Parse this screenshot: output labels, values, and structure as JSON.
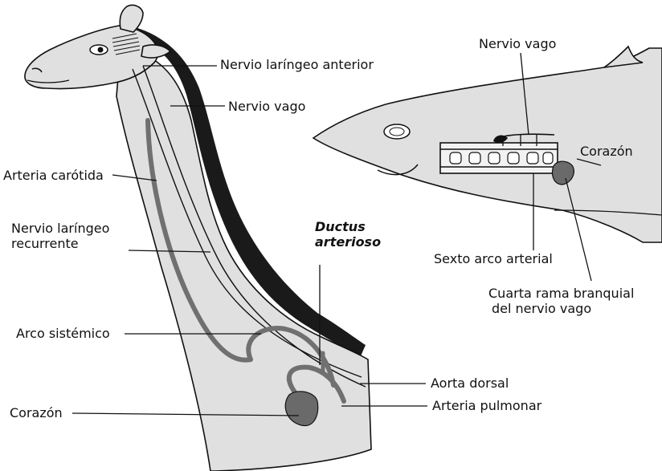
{
  "colors": {
    "ink": "#111111",
    "body_fill": "#e0e0e0",
    "mane": "#1a1a1a",
    "vessel": "#707070",
    "heart": "#6a6a6a"
  },
  "giraffe": {
    "labels": {
      "laryngeal_anterior": "Nervio laríngeo anterior",
      "vagus": "Nervio vago",
      "carotid": "Arteria carótida",
      "recurrent_1": "Nervio laríngeo",
      "recurrent_2": "recurrente",
      "ductus_1": "Ductus",
      "ductus_2": "arterioso",
      "systemic_arch": "Arco sistémico",
      "heart": "Corazón",
      "dorsal_aorta": "Aorta dorsal",
      "pulmonary_artery": "Arteria pulmonar"
    }
  },
  "shark": {
    "labels": {
      "vagus": "Nervio vago",
      "heart": "Corazón",
      "sixth_arch": "Sexto arco arterial",
      "fourth_branch_1": "Cuarta rama branquial",
      "fourth_branch_2": "del nervio vago"
    }
  }
}
